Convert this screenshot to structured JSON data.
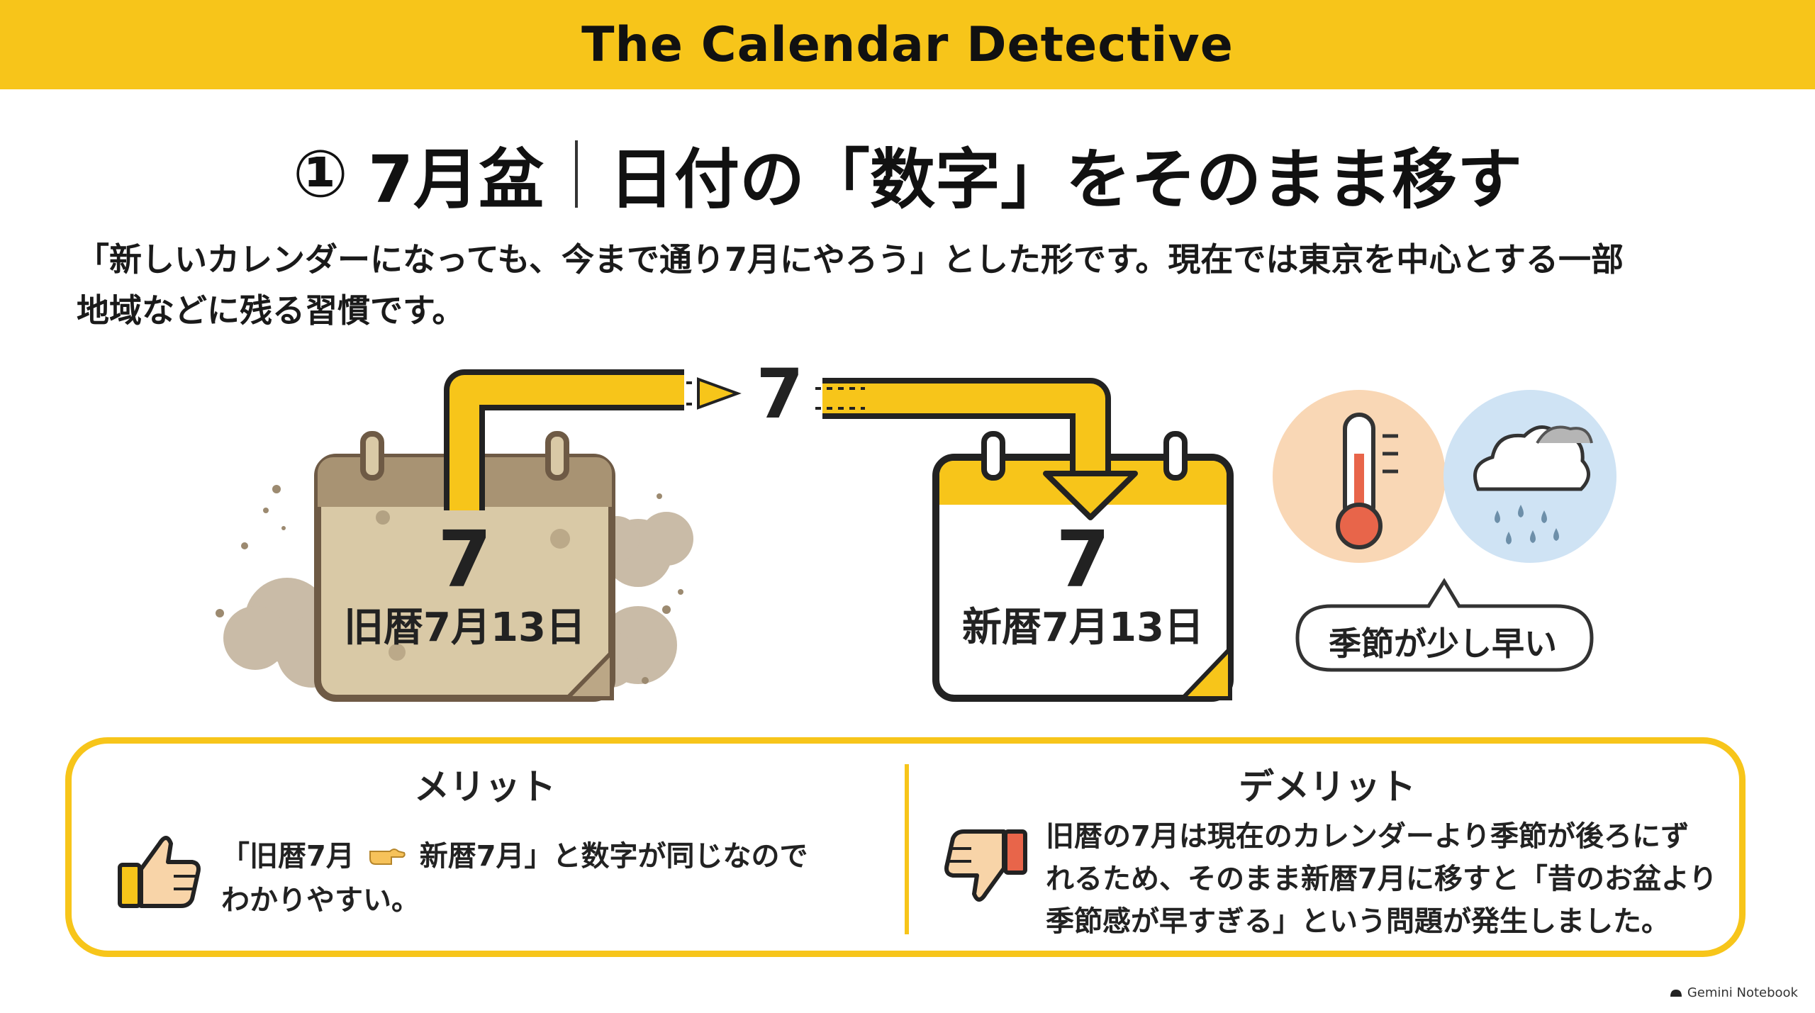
{
  "header": {
    "title": "The Calendar Detective"
  },
  "subtitle": {
    "number": "①",
    "left": "7月盆",
    "right": "日付の「数字」をそのまま移す"
  },
  "intro": {
    "line1": "「新しいカレンダーになっても、今まで通り7月にやろう」とした形です。現在では東京を中心とする一部",
    "line2": "地域などに残る習慣です。"
  },
  "illustration": {
    "arrow_number": "7",
    "old_calendar": {
      "number": "7",
      "label": "旧暦7月13日"
    },
    "new_calendar": {
      "number": "7",
      "label": "新暦7月13日"
    },
    "season_bubble": "季節が少し早い",
    "icons": [
      "thermometer-icon",
      "rain-cloud-icon"
    ]
  },
  "merit": {
    "title": "メリット",
    "line1_a": "「旧暦7月",
    "line1_b": "新暦7月」と数字が同じなので",
    "line2": "わかりやすい。"
  },
  "demerit": {
    "title": "デメリット",
    "line1": "旧暦の7月は現在のカレンダーより季節が後ろにず",
    "line2": "れるため、そのまま新暦7月に移すと「昔のお盆より",
    "line3": "季節感が早すぎる」という問題が発生しました。"
  },
  "footer": {
    "brand": "Gemini Notebook"
  },
  "colors": {
    "accent": "#F7C51A",
    "old_paper": "#D9C9A6",
    "old_border": "#6E5A45",
    "thermo_bg": "#F9D7B5",
    "rain_bg": "#CFE3F4"
  }
}
